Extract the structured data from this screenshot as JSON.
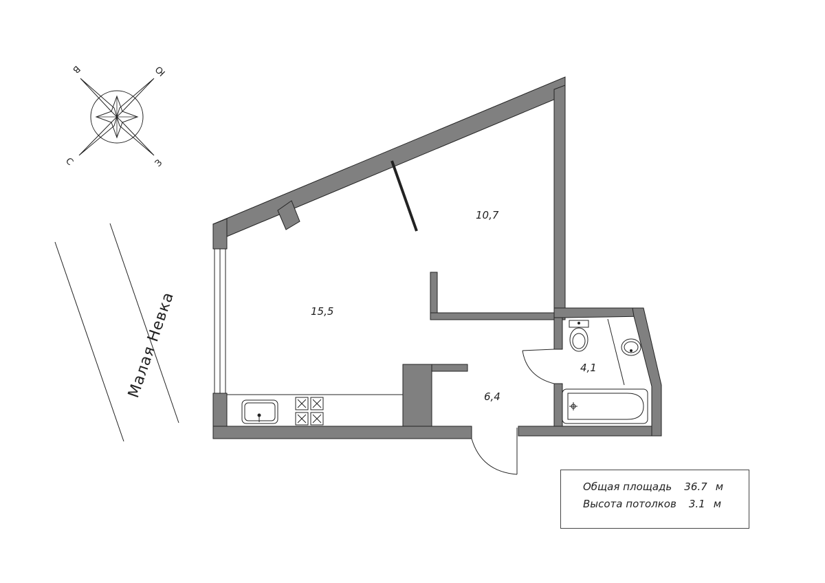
{
  "compass": {
    "letters": {
      "north": "С",
      "east": "В",
      "south": "Ю",
      "west": "З"
    }
  },
  "river_label": "Малая Невка",
  "rooms": [
    {
      "id": "living",
      "area": "15,5"
    },
    {
      "id": "bedroom",
      "area": "10,7"
    },
    {
      "id": "hall",
      "area": "6,4"
    },
    {
      "id": "bathroom",
      "area": "4,1"
    }
  ],
  "info": {
    "total_area_label": "Общая площадь",
    "total_area_value": "36.7",
    "total_area_unit": "м",
    "ceiling_height_label": "Высота потолков",
    "ceiling_height_value": "3.1",
    "ceiling_height_unit": "м"
  },
  "colors": {
    "wall": "#808080",
    "line": "#222222"
  }
}
